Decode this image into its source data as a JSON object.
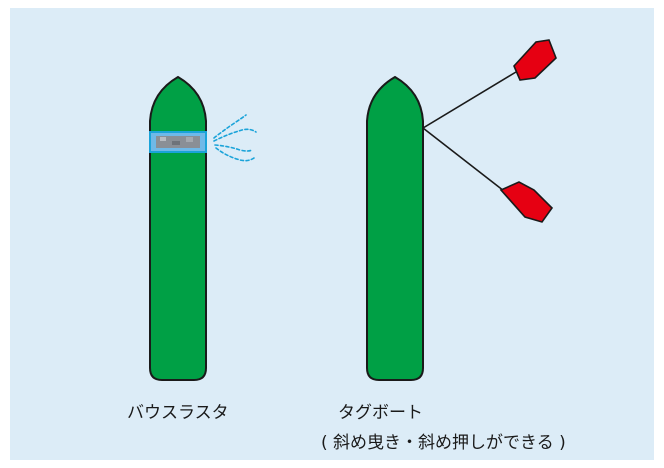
{
  "labels": {
    "bow_thruster": "バウスラスタ",
    "tugboat": "タグボート",
    "tugboat_note": "( 斜め曳き・斜め押しができる )"
  },
  "colors": {
    "panel_bg": "#dcecf7",
    "hull_fill": "#00a045",
    "tug_fill": "#e60012",
    "water_jet": "#1aa3d9",
    "outline": "#1a1a1a"
  }
}
